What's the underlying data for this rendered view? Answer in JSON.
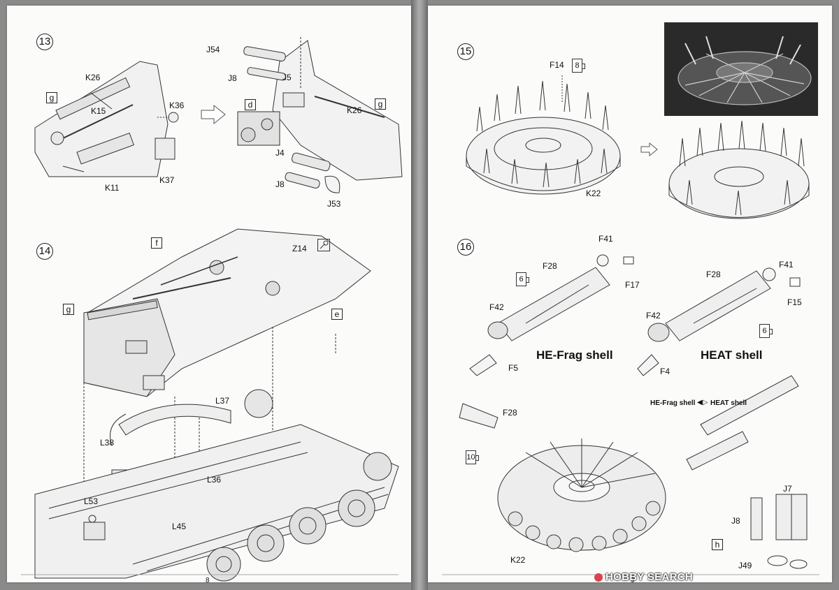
{
  "left_page": {
    "page_number": "8",
    "step13": {
      "number": "13",
      "labels": {
        "K26_a": "K26",
        "g_a": "g",
        "K15": "K15",
        "K36": "K36",
        "K11": "K11",
        "K37": "K37",
        "J54": "J54",
        "J8_a": "J8",
        "J5": "J5",
        "d": "d",
        "K26_b": "K26",
        "g_b": "g",
        "J4": "J4",
        "J8_b": "J8",
        "J53": "J53"
      }
    },
    "step14": {
      "number": "14",
      "labels": {
        "f": "f",
        "Z14": "Z14",
        "g": "g",
        "e": "e",
        "L37": "L37",
        "L38": "L38",
        "L36": "L36",
        "L53": "L53",
        "L45": "L45"
      }
    }
  },
  "right_page": {
    "page_number": "9",
    "step15": {
      "number": "15",
      "labels": {
        "F14": "F14",
        "sprue_ref": "8",
        "K22": "K22"
      }
    },
    "step16": {
      "number": "16",
      "labels": {
        "F41_a": "F41",
        "F28_a": "F28",
        "ref6_a": "6",
        "F17": "F17",
        "F42_a": "F42",
        "F5": "F5",
        "F28_b": "F28",
        "F41_b": "F41",
        "F15": "F15",
        "F42_b": "F42",
        "ref6_b": "6",
        "F4": "F4",
        "F28_c": "F28",
        "ref10": "10",
        "K22": "K22",
        "J7": "J7",
        "J8": "J8",
        "h": "h",
        "J49": "J49"
      },
      "captions": {
        "he_frag": "HE-Frag shell",
        "heat": "HEAT shell",
        "swap_left": "HE-Frag shell",
        "swap_right": "HEAT shell"
      }
    }
  },
  "watermark": {
    "text": "HOBBY SEARCH",
    "brand_color": "#d9434e"
  }
}
